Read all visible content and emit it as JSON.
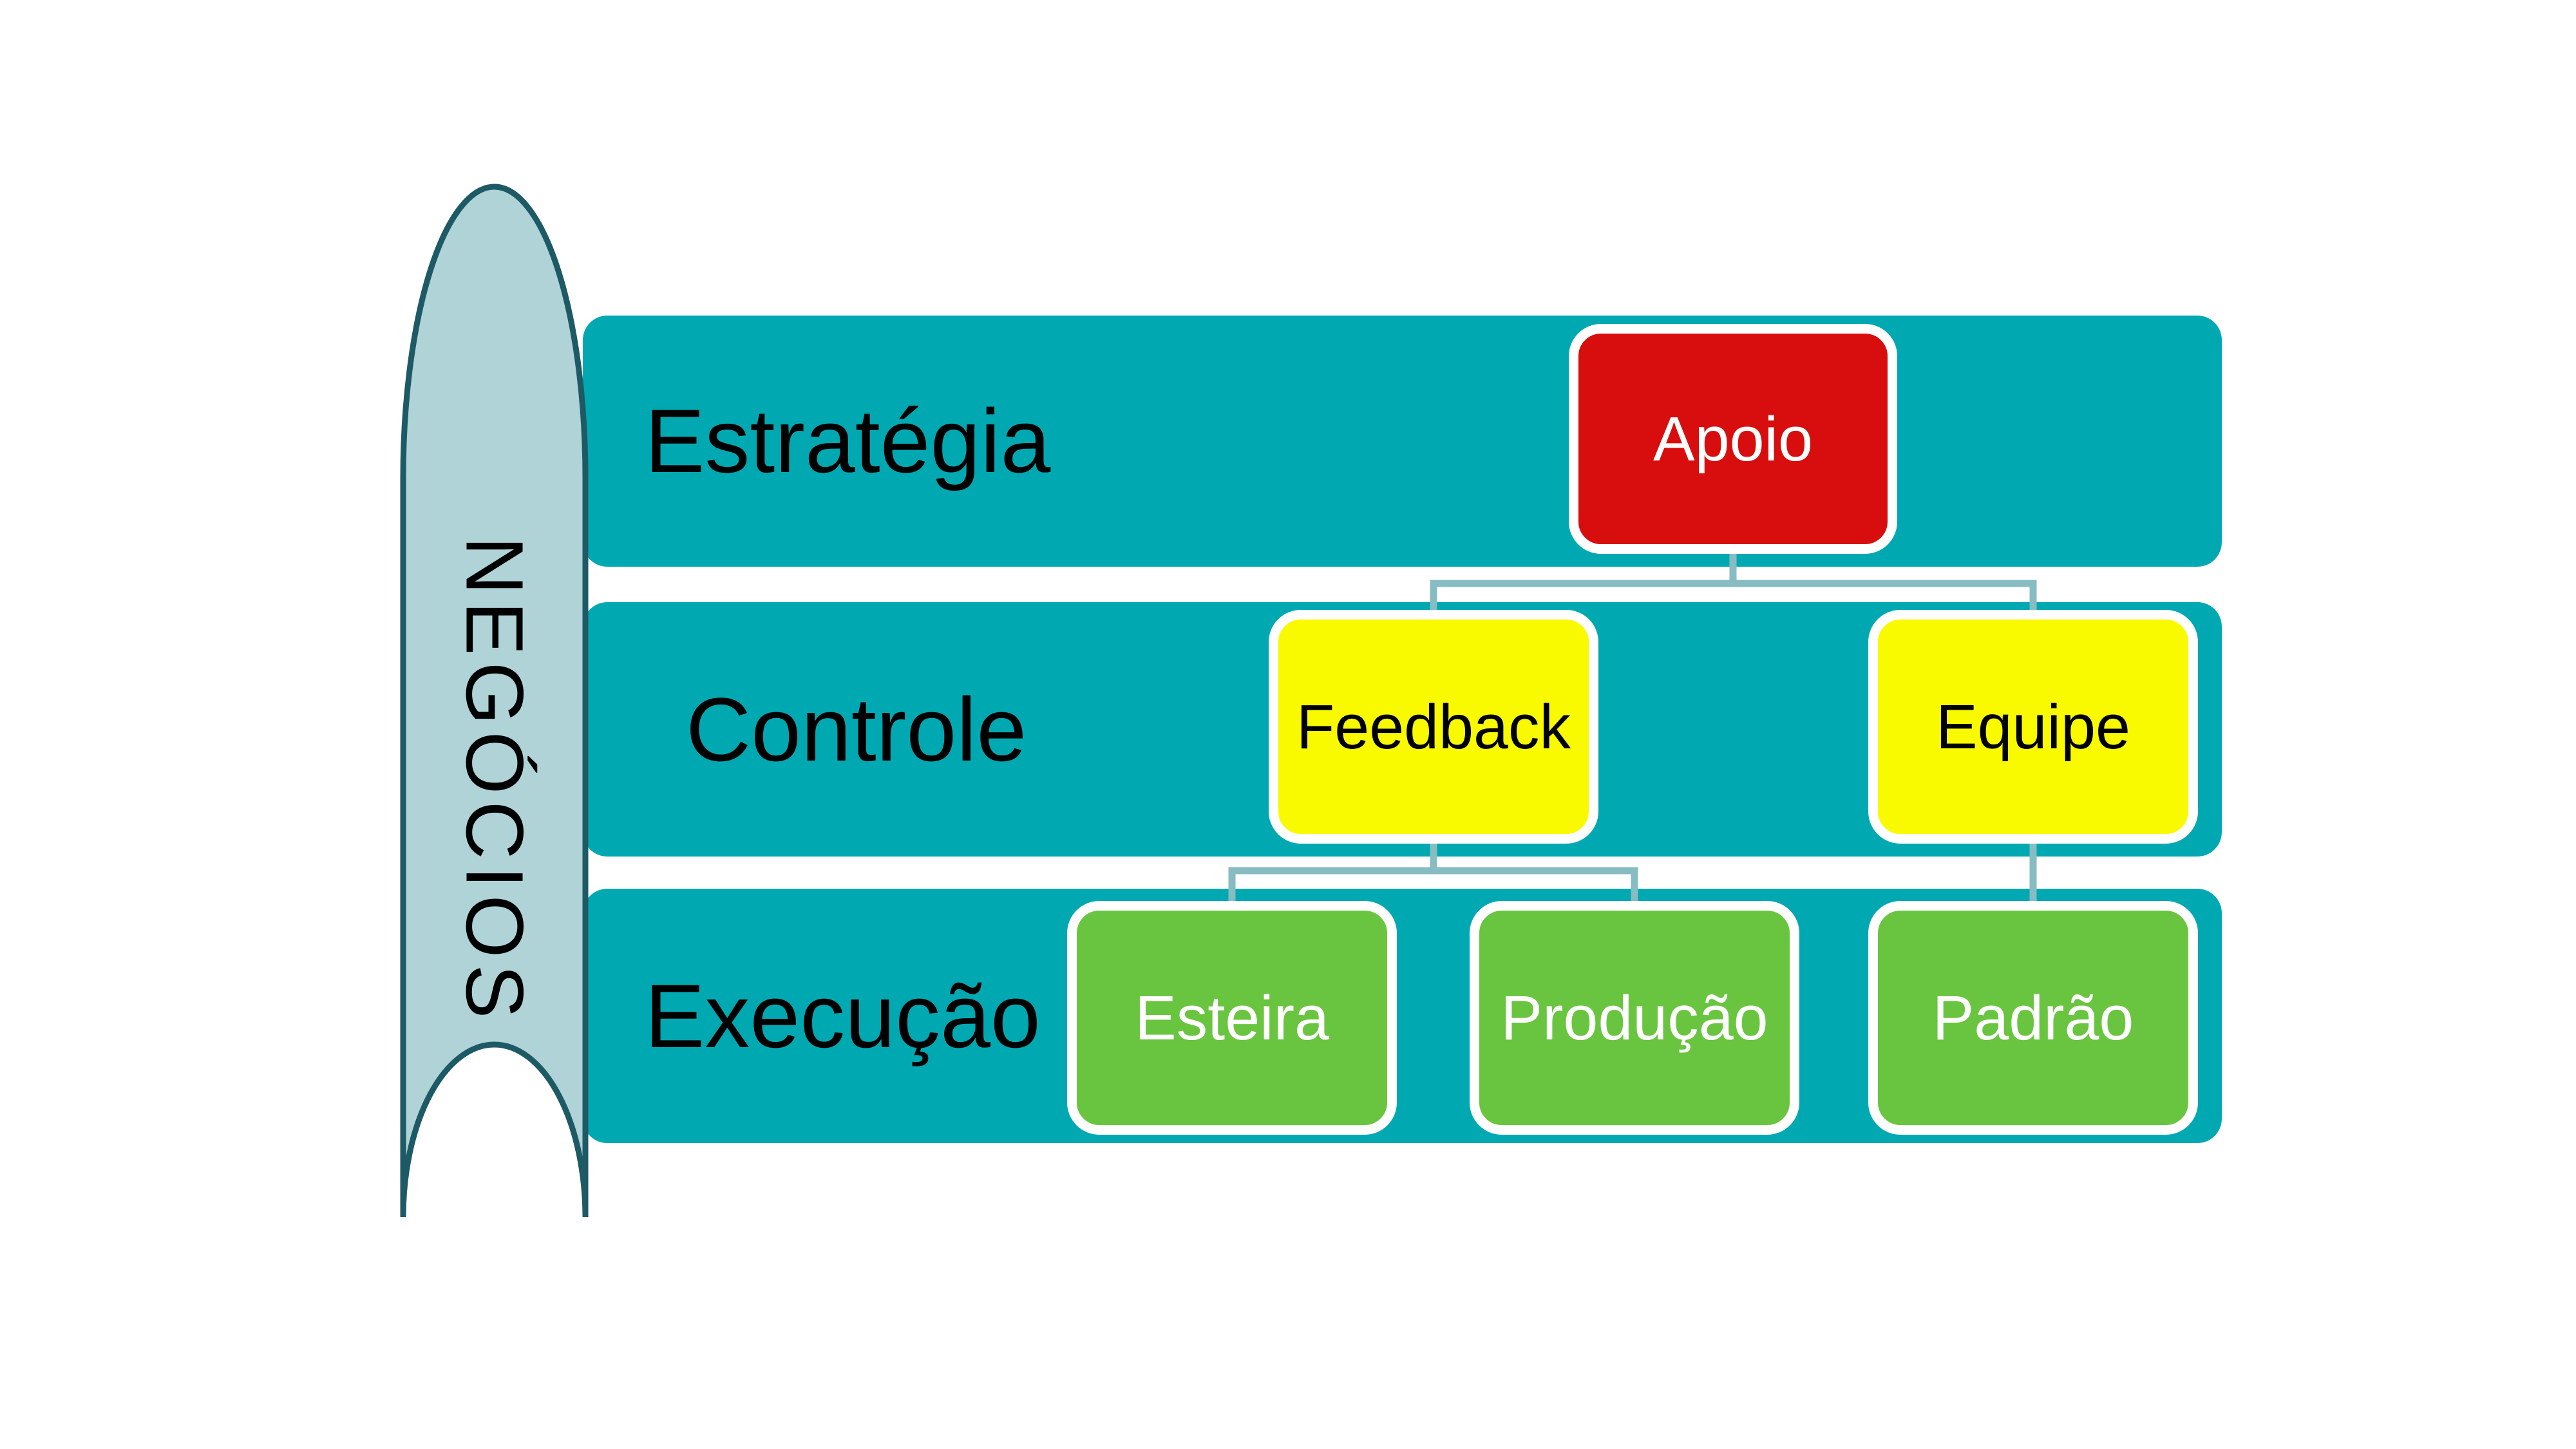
{
  "diagram": {
    "side_label": "NEGÓCIOS",
    "rows": [
      {
        "label": "Estratégia"
      },
      {
        "label": "Controle"
      },
      {
        "label": "Execução"
      }
    ],
    "nodes": [
      {
        "id": "apoio",
        "label": "Apoio",
        "color": "red",
        "row": "Estratégia"
      },
      {
        "id": "feedback",
        "label": "Feedback",
        "color": "yellow",
        "row": "Controle"
      },
      {
        "id": "equipe",
        "label": "Equipe",
        "color": "yellow",
        "row": "Controle"
      },
      {
        "id": "esteira",
        "label": "Esteira",
        "color": "green",
        "row": "Execução"
      },
      {
        "id": "producao",
        "label": "Produção",
        "color": "green",
        "row": "Execução"
      },
      {
        "id": "padrao",
        "label": "Padrão",
        "color": "green",
        "row": "Execução"
      }
    ],
    "connections": [
      {
        "from": "Apoio",
        "to": "Feedback"
      },
      {
        "from": "Apoio",
        "to": "Equipe"
      },
      {
        "from": "Feedback",
        "to": "Esteira"
      },
      {
        "from": "Feedback",
        "to": "Produção"
      },
      {
        "from": "Equipe",
        "to": "Padrão"
      }
    ],
    "colors": {
      "band": "#00A9B2",
      "band_text": "#000000",
      "capsule_fill": "#AFD3D6",
      "capsule_border": "#1D5A66",
      "connector": "#86BCC2",
      "node_border": "#FFFFFF",
      "node_red": "#D80D0D",
      "node_yellow": "#F9F900",
      "node_green": "#69C53F",
      "node_text_light": "#FFFFFF",
      "node_text_dark": "#000000"
    }
  }
}
